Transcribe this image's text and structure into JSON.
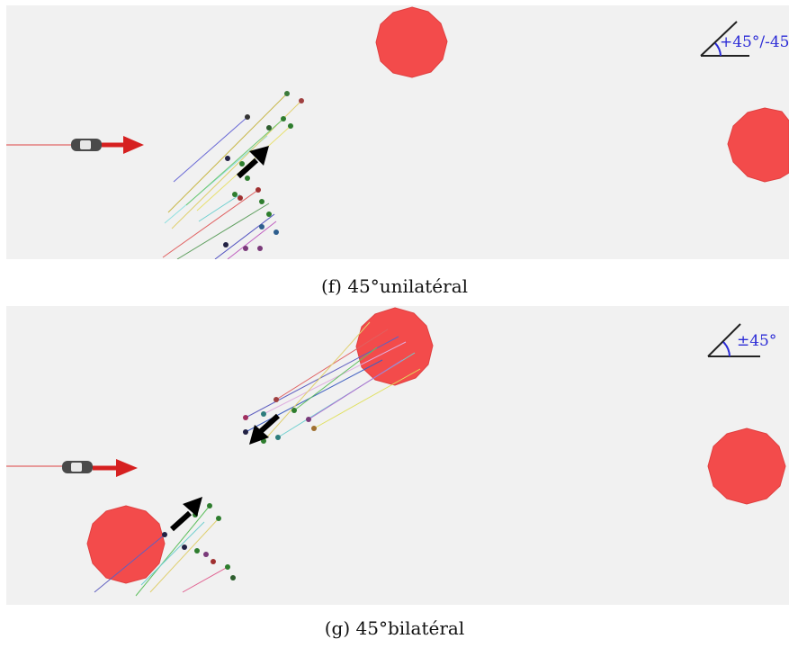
{
  "figure": {
    "panels": [
      {
        "id": "f",
        "caption": "(f) 45°unilatéral",
        "angle_label": "+45°/-45"
      },
      {
        "id": "g",
        "caption": "(g) 45°bilatéral",
        "angle_label": "±45°"
      }
    ]
  },
  "colors": {
    "background": "#f1f1f1",
    "obstacle": "#f34b4b",
    "vehicle_arrow": "#d62020",
    "flow_arrow": "#000000",
    "angle_text": "#2b2bd6"
  },
  "icons": {
    "vehicle": "car-icon",
    "obstacle": "red-circle-obstacle",
    "direction": "arrow-icon"
  }
}
